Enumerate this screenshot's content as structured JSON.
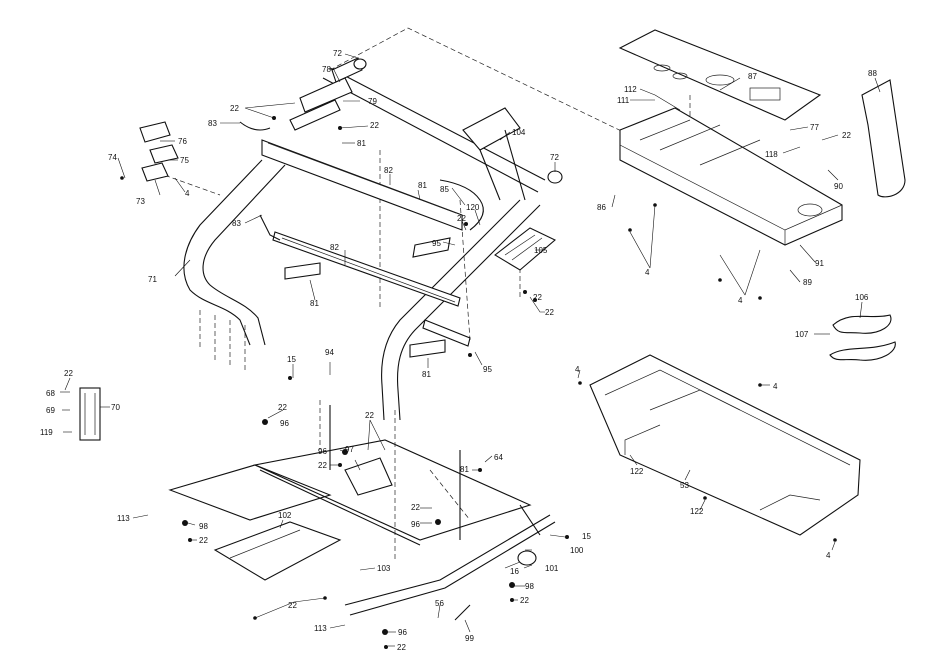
{
  "labels": {
    "l72a": "72",
    "l78": "78",
    "l79": "79",
    "l22a": "22",
    "l83a": "83",
    "l22b": "22",
    "l81a": "81",
    "l76": "76",
    "l75": "75",
    "l74": "74",
    "l4a": "4",
    "l73": "73",
    "l82a": "82",
    "l81b": "81",
    "l85": "85",
    "l120": "120",
    "l22c": "22",
    "l95a": "95",
    "l83b": "83",
    "l82b": "82",
    "l71": "71",
    "l81c": "81",
    "l104": "104",
    "l72b": "72",
    "l105": "105",
    "l22d": "22",
    "l22e": "22",
    "l81d": "81",
    "l95b": "95",
    "l87": "87",
    "l112": "112",
    "l111": "111",
    "l77": "77",
    "l22f": "22",
    "l118": "118",
    "l88": "88",
    "l86": "86",
    "l90": "90",
    "l91": "91",
    "l4b": "4",
    "l4c": "4",
    "l89": "89",
    "l106": "106",
    "l107": "107",
    "l15a": "15",
    "l94": "94",
    "l68": "68",
    "l22g": "22",
    "l69": "69",
    "l70": "70",
    "l119": "119",
    "l22h": "22",
    "l96a": "96",
    "l22i": "22",
    "l96b": "96",
    "l22j": "22",
    "l97": "97",
    "l81e": "81",
    "l64": "64",
    "l113a": "113",
    "l98a": "98",
    "l22k": "22",
    "l102": "102",
    "l22l": "22",
    "l96c": "96",
    "l15b": "15",
    "l100": "100",
    "l16": "16",
    "l101": "101",
    "l98b": "98",
    "l22m": "22",
    "l103": "103",
    "l22n": "22",
    "l113b": "113",
    "l96d": "96",
    "l22o": "22",
    "l56": "56",
    "l99": "99",
    "l4d": "4",
    "l4e": "4",
    "l122a": "122",
    "l53": "53",
    "l122b": "122",
    "l4f": "4"
  }
}
